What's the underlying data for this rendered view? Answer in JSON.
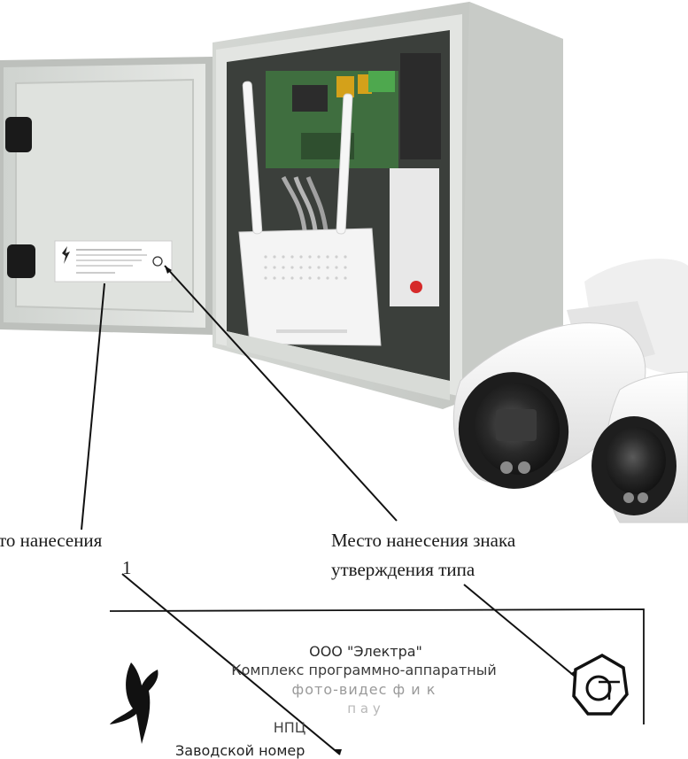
{
  "captions": {
    "left_line1": "то нанесения",
    "left_line2": "1",
    "right_line1": "Место нанесения знака",
    "right_line2": "утверждения типа"
  },
  "label": {
    "company": "ООО \"Электра\"",
    "product": "Комплекс программно-аппаратный",
    "line3": "фото-видес ф       и                   к",
    "line4": "п    а   у",
    "line5": "НПЦ",
    "serial": "Заводской номер"
  },
  "icons": {
    "brand": "lightning-logo-icon",
    "approval": "type-approval-mark-icon"
  },
  "colors": {
    "enclosure": "#d9dcd9",
    "camera_body": "#f2f2f2",
    "camera_face": "#222222",
    "router": "#f4f4f4",
    "pcb": "#3f6e3f"
  }
}
